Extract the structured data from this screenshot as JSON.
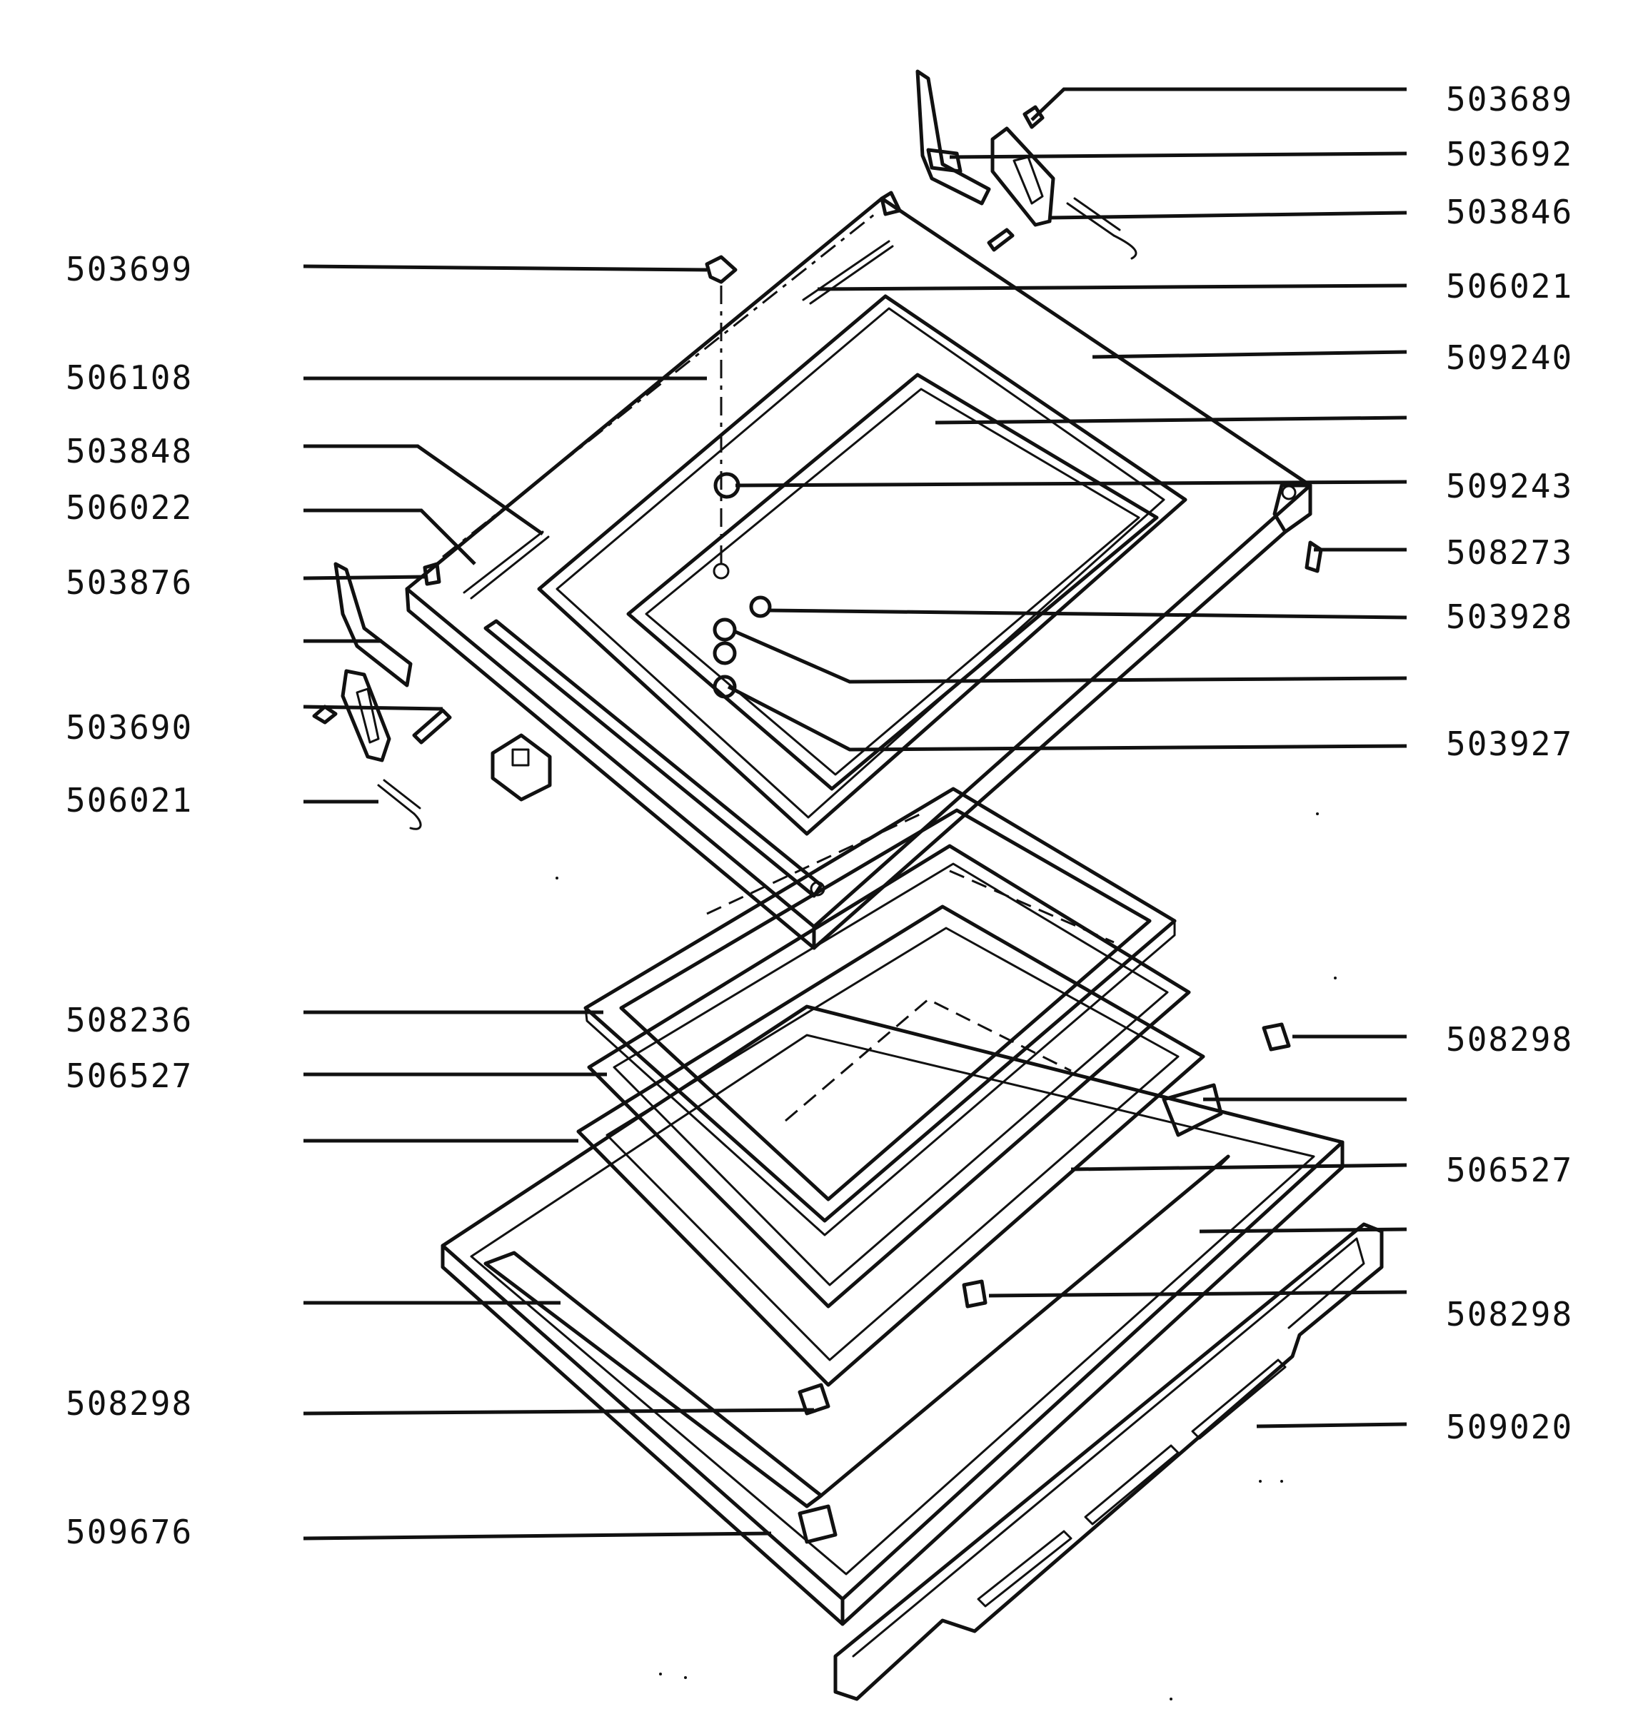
{
  "diagram": {
    "labels_right": [
      {
        "id": "503689",
        "text": "503689"
      },
      {
        "id": "503692",
        "text": "503692"
      },
      {
        "id": "503846",
        "text": "503846"
      },
      {
        "id": "506021_r",
        "text": "506021"
      },
      {
        "id": "509240",
        "text": "509240"
      },
      {
        "id": "blank_r1",
        "text": ""
      },
      {
        "id": "509243",
        "text": "509243"
      },
      {
        "id": "508273",
        "text": "508273"
      },
      {
        "id": "503928",
        "text": "503928"
      },
      {
        "id": "blank_r2",
        "text": ""
      },
      {
        "id": "503927",
        "text": "503927"
      },
      {
        "id": "508298_r1",
        "text": "508298"
      },
      {
        "id": "blank_r3",
        "text": ""
      },
      {
        "id": "506527_r",
        "text": "506527"
      },
      {
        "id": "blank_r4",
        "text": ""
      },
      {
        "id": "508298_r2",
        "text": "508298"
      },
      {
        "id": "509020",
        "text": "509020"
      }
    ],
    "labels_left": [
      {
        "id": "503699",
        "text": "503699"
      },
      {
        "id": "506108",
        "text": "506108"
      },
      {
        "id": "503848",
        "text": "503848"
      },
      {
        "id": "506022",
        "text": "506022"
      },
      {
        "id": "503876",
        "text": "503876"
      },
      {
        "id": "blank_l1",
        "text": ""
      },
      {
        "id": "503690",
        "text": "503690"
      },
      {
        "id": "506021_l",
        "text": "506021"
      },
      {
        "id": "508236",
        "text": "508236"
      },
      {
        "id": "506527_l",
        "text": "506527"
      },
      {
        "id": "blank_l2",
        "text": ""
      },
      {
        "id": "blank_l3",
        "text": ""
      },
      {
        "id": "508298_l",
        "text": "508298"
      },
      {
        "id": "509676",
        "text": "509676"
      }
    ]
  }
}
